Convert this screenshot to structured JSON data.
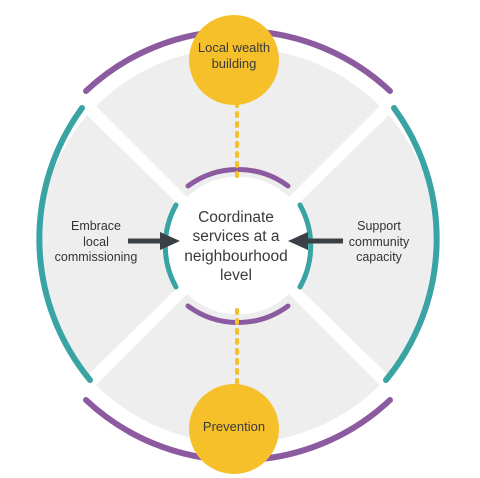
{
  "nodes": {
    "center": {
      "lines": [
        "Coordinate",
        "services at a",
        "neighbourhood",
        "level"
      ]
    },
    "top": {
      "lines": [
        "Local wealth",
        "building"
      ]
    },
    "bottom": {
      "lines": [
        "Prevention"
      ]
    },
    "left": {
      "lines": [
        "Embrace",
        "local",
        "commissioning"
      ]
    },
    "right": {
      "lines": [
        "Support",
        "community",
        "capacity"
      ]
    }
  },
  "colors": {
    "purple": "#8c5a9e",
    "teal": "#3aa3a3",
    "yellow": "#f5c02a",
    "segment_gray": "#eeeeee",
    "arrow": "#3b3f46"
  }
}
